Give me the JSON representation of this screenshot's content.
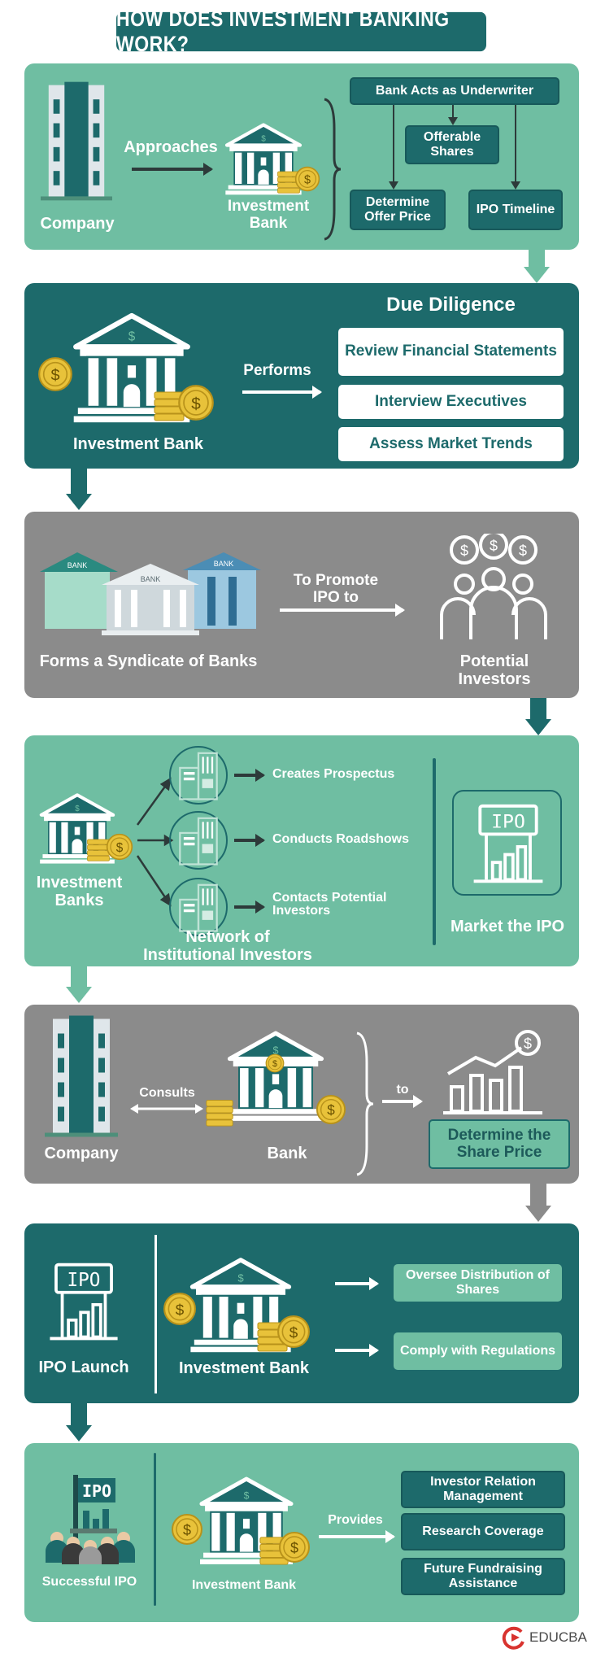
{
  "title": "HOW DOES INVESTMENT BANKING WORK?",
  "colors": {
    "light_green": "#6fbea2",
    "dark_teal": "#1d6a6b",
    "gray": "#8b8b8b",
    "gold": "#e8c23a"
  },
  "step1": {
    "company": "Company",
    "approaches": "Approaches",
    "bank": "Investment Bank",
    "underwriter": "Bank Acts as Underwriter",
    "offerable": "Offerable Shares",
    "offer_price": "Determine Offer Price",
    "timeline": "IPO Timeline"
  },
  "step2": {
    "heading": "Due Diligence",
    "bank": "Investment Bank",
    "performs": "Performs",
    "items": [
      "Review Financial Statements",
      "Interview Executives",
      "Assess Market Trends"
    ]
  },
  "step3": {
    "syndicate": "Forms a Syndicate of Banks",
    "promote": "To Promote IPO to",
    "investors": "Potential Investors",
    "bank_sign": "BANK"
  },
  "step4": {
    "banks": "Investment Banks",
    "actions": [
      "Creates Prospectus",
      "Conducts Roadshows",
      "Contacts Potential Investors"
    ],
    "network": "Network of Institutional Investors",
    "market": "Market the IPO",
    "ipo_sign": "IPO"
  },
  "step5": {
    "company": "Company",
    "consults": "Consults",
    "bank": "Bank",
    "to": "to",
    "result": "Determine the Share Price"
  },
  "step6": {
    "launch": "IPO Launch",
    "bank": "Investment Bank",
    "items": [
      "Oversee Distribution of Shares",
      "Comply with Regulations"
    ],
    "ipo_sign": "IPO"
  },
  "step7": {
    "success": "Successful IPO",
    "bank": "Investment Bank",
    "provides": "Provides",
    "items": [
      "Investor Relation Management",
      "Research Coverage",
      "Future Fundraising Assistance"
    ],
    "ipo_sign": "IPO"
  },
  "brand": "EDUCBA"
}
